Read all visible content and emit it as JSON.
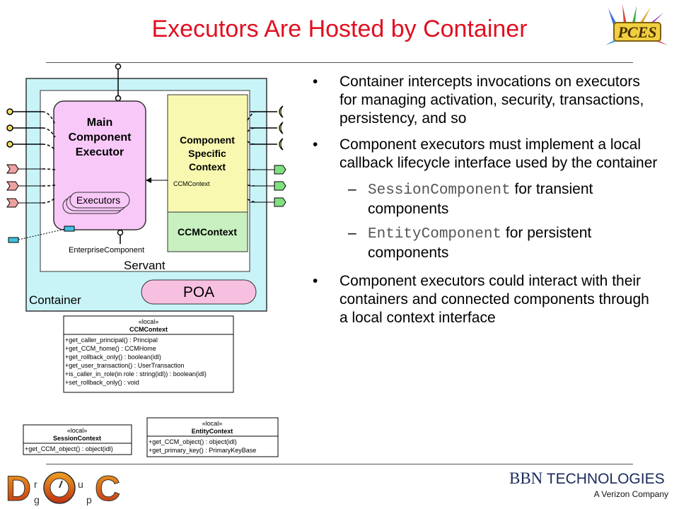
{
  "slide": {
    "title": "Executors Are Hosted by Container",
    "bullets": [
      {
        "text": "Container intercepts invocations on executors\nfor managing activation, security, transactions, persistency, and so"
      },
      {
        "text": "Component executors must implement a local callback lifecycle interface used by the container",
        "subs": [
          {
            "code": "SessionComponent",
            "text": " for transient components"
          },
          {
            "code": "EntityComponent",
            "text": " for persistent components"
          }
        ]
      },
      {
        "text": "Component executors could interact with their containers and connected components through\na local context interface"
      }
    ]
  },
  "diagram": {
    "main_executor": [
      "Main",
      "Component",
      "Executor"
    ],
    "executors_label": "Executors",
    "specific_context": [
      "Component",
      "Specific",
      "Context"
    ],
    "ccmcontext_small": "CCMContext",
    "ccmcontext_box": "CCMContext",
    "enterprise_component": "EnterpriseComponent",
    "servant": "Servant",
    "container": "Container",
    "poa": "POA"
  },
  "uml": {
    "ccmcontext": {
      "stereotype": "«local»",
      "name": "CCMContext",
      "ops": [
        "+get_caller_principal() : Principal",
        "+get_CCM_home() : CCMHome",
        "+get_rollback_only() : boolean(idl)",
        "+get_user_transaction() : UserTransaction",
        "+is_caller_in_role(in role : string(idl)) : boolean(idl)",
        "+set_rollback_only() : void"
      ]
    },
    "session": {
      "stereotype": "«local»",
      "name": "SessionContext",
      "ops": [
        "+get_CCM_object() : object(idl)"
      ]
    },
    "entity": {
      "stereotype": "«local»",
      "name": "EntityContext",
      "ops": [
        "+get_CCM_object() : object(idl)",
        "+get_primary_key() : PrimaryKeyBase"
      ]
    }
  },
  "branding": {
    "bbn_b": "BBN",
    "bbn_rest": " TECHNOLOGIES",
    "bbn_sub": "A Verizon Company",
    "pces": "PCES",
    "doc_letters": [
      "D",
      "r",
      "g",
      "u",
      "p",
      "C"
    ]
  },
  "colors": {
    "title": "#e01020",
    "container_bg": "#c8f4f8",
    "executor_bg": "#f8c8f8",
    "context_bg": "#f8f8b0",
    "ccmcontext_bg": "#c8f0c0",
    "poa_bg": "#f8c0e0"
  }
}
